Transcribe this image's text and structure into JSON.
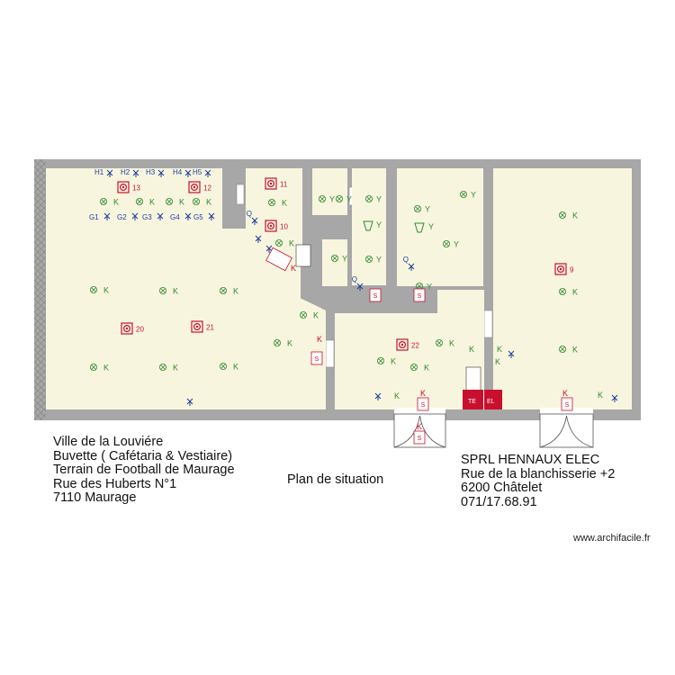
{
  "plan": {
    "colors": {
      "wall": "#a7a7a7",
      "floor": "#f8f5df",
      "socket_red": "#c8102e",
      "light_green": "#2e8b2e",
      "switch_blue": "#1c3f9a"
    },
    "circuit_labels": {
      "H": [
        "H1",
        "H2",
        "H3",
        "H4",
        "H5"
      ],
      "G": [
        "G1",
        "G2",
        "G3",
        "G4",
        "G5"
      ],
      "K": "K",
      "Y": "Y",
      "Q": "Q",
      "S": "S"
    },
    "numbered_points": [
      "13",
      "12",
      "11",
      "10",
      "9",
      "20",
      "21",
      "22"
    ],
    "panel_labels": [
      "TE",
      "EL"
    ]
  },
  "client": {
    "lines": [
      "Ville de la Louviére",
      "Buvette ( Cafétaria & Vestiaire)",
      "Terrain de Football de Maurage",
      "Rue des Huberts N°1",
      "7110 Maurage"
    ]
  },
  "contractor": {
    "lines": [
      "SPRL HENNAUX ELEC",
      "Rue de la blanchisserie +2",
      "6200 Châtelet",
      "071/17.68.91"
    ]
  },
  "plan_title": "Plan de situation",
  "watermark": "www.archifacile.fr"
}
